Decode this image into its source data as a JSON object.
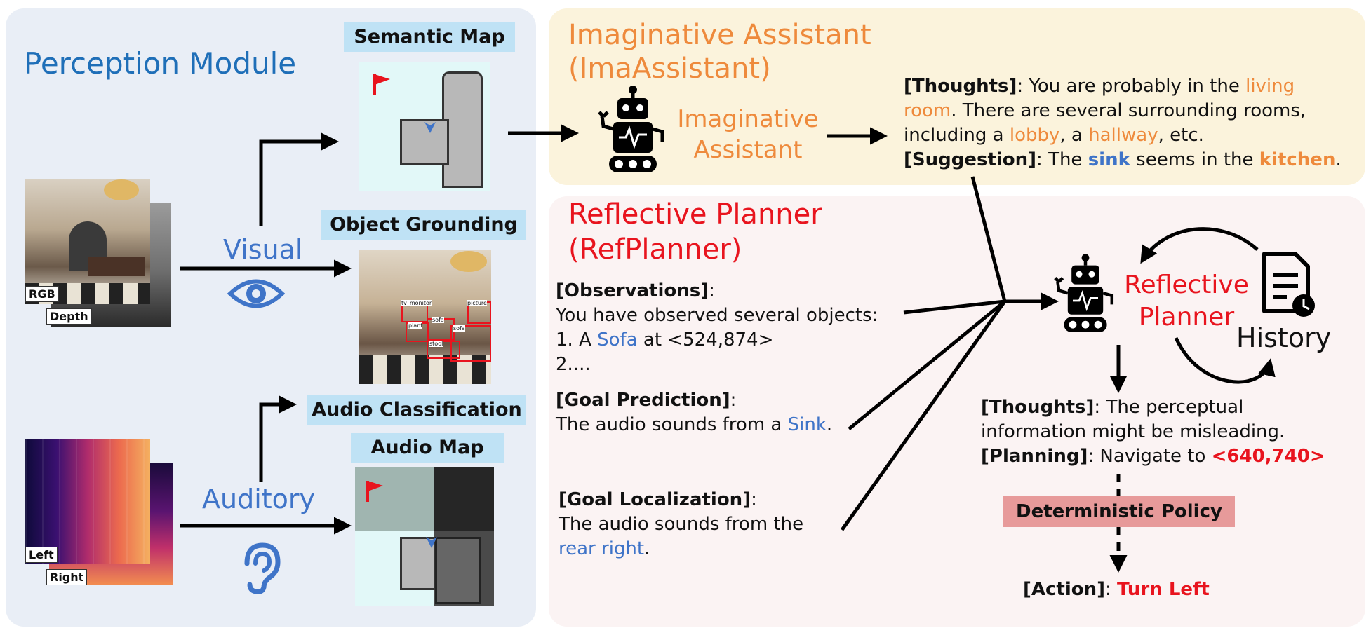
{
  "perception": {
    "title": "Perception Module",
    "visual_label": "Visual",
    "auditory_label": "Auditory",
    "rgb_tag": "RGB",
    "depth_tag": "Depth",
    "left_tag": "Left",
    "right_tag": "Right",
    "semantic_map": "Semantic Map",
    "object_grounding": "Object Grounding",
    "audio_classification": "Audio Classification",
    "audio_map": "Audio Map",
    "det_labels": [
      "tv_monitor",
      "picture",
      "sofa",
      "plant",
      "sofa",
      "stool"
    ]
  },
  "ima": {
    "title_line1": "Imaginative Assistant",
    "title_line2": "(ImaAssistant)",
    "robot_label_line1": "Imaginative",
    "robot_label_line2": "Assistant",
    "thoughts_key": "[Thoughts]",
    "thoughts_p1": ": You are probably in the ",
    "thoughts_hl1": "living",
    "thoughts_hl1b": "room",
    "thoughts_p2": ". There are several surrounding rooms,",
    "thoughts_p3": "including a ",
    "thoughts_hl2": "lobby",
    "thoughts_p4": ", a ",
    "thoughts_hl3": "hallway",
    "thoughts_p5": ", etc.",
    "suggestion_key": "[Suggestion]",
    "suggestion_p1": ": The ",
    "suggestion_hl1": "sink",
    "suggestion_p2": " seems in the ",
    "suggestion_hl2": "kitchen",
    "suggestion_p3": "."
  },
  "ref": {
    "title_line1": "Reflective Planner",
    "title_line2": "(RefPlanner)",
    "obs_key": "[Observations]",
    "obs_colon": ":",
    "obs_line1": "You have observed several objects:",
    "obs_line2_pre": "1. A ",
    "obs_line2_hl": "Sofa",
    "obs_line2_post": " at <524,874>",
    "obs_line3": "2....",
    "goalpred_key": "[Goal Prediction]",
    "goalpred_colon": ":",
    "goalpred_pre": "The audio sounds from a ",
    "goalpred_hl": "Sink",
    "goalpred_post": ".",
    "goalloc_key": "[Goal Localization]",
    "goalloc_colon": ":",
    "goalloc_line1": "The audio sounds from the",
    "goalloc_hl": "rear right",
    "goalloc_post": ".",
    "robot_label_line1": "Reflective",
    "robot_label_line2": "Planner",
    "history_label": "History",
    "thoughts_key": "[Thoughts]",
    "thoughts_p1": ": The perceptual",
    "thoughts_p2": "information might be misleading.",
    "planning_key": "[Planning]",
    "planning_p1": ": Navigate to ",
    "planning_hl": "<640,740>",
    "det_policy": "Deterministic Policy",
    "action_key": "[Action]",
    "action_colon": ": ",
    "action_hl": "Turn Left"
  },
  "colors": {
    "perception_bg": "#e9eef6",
    "ima_bg": "#fbf3dc",
    "ref_bg": "#fbf3f3",
    "orange": "#ee8a3c",
    "blue": "#3f74c8",
    "red": "#e8141e",
    "label_box": "#bfe2f5"
  }
}
